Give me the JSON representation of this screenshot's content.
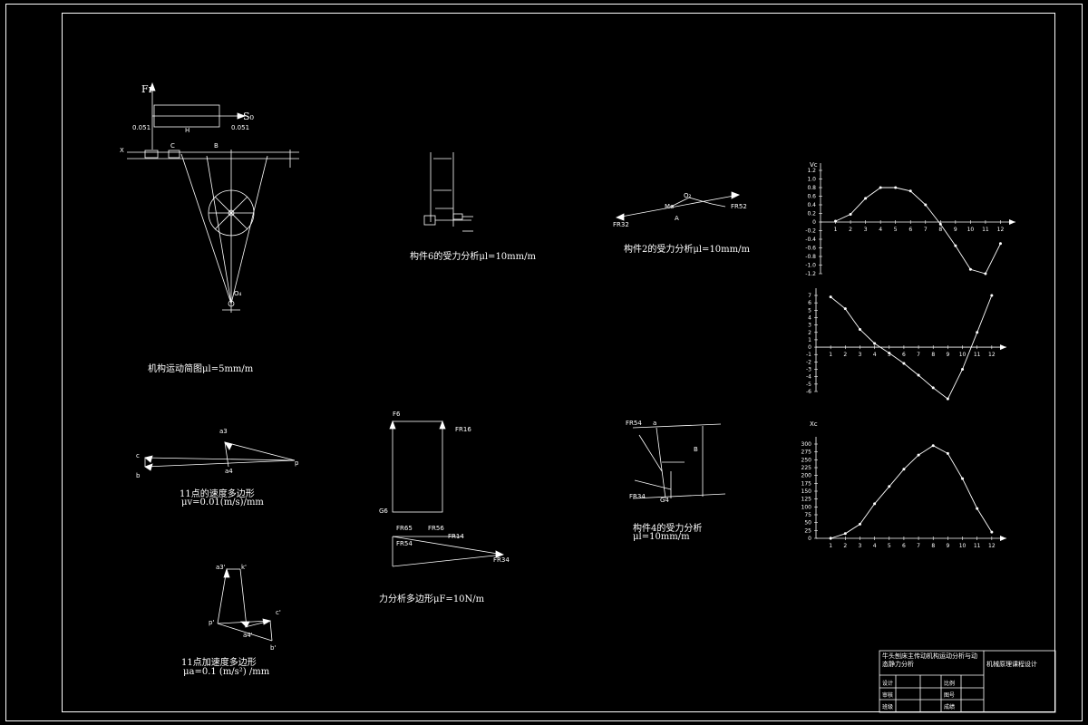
{
  "diagrams": {
    "mechanism": {
      "caption": "机构运动简图μl=5mm/m",
      "labels": {
        "fr": "Fr",
        "so": "S₀",
        "x": "X",
        "c": "C",
        "b": "B",
        "o4": "O₄",
        "left_dim": "0.051",
        "right_dim": "0.051",
        "h": "H"
      }
    },
    "member6": {
      "caption": "构件6的受力分析μl=10mm/m"
    },
    "member2": {
      "caption": "构件2的受力分析μl=10mm/m",
      "labels": {
        "fr32": "FR32",
        "frz": "FR52",
        "a": "A",
        "o2": "O₂",
        "me": "Me"
      }
    },
    "velocity": {
      "caption": "11点的速度多边形",
      "scale": "μv=0.01(m/s)/mm",
      "labels": {
        "c": "c",
        "b": "b",
        "p": "p",
        "a4": "a4",
        "a3": "a3"
      }
    },
    "force_poly": {
      "caption": "力分析多边形μF=10N/m",
      "labels": {
        "f6": "F6",
        "fr16": "FR16",
        "g6": "G6",
        "fr65": "FR65",
        "fr56": "FR56",
        "fr54": "FR54",
        "fr14": "FR14",
        "fr34": "FR34"
      }
    },
    "member4": {
      "caption": "构件4的受力分析",
      "scale": "μl=10mm/m",
      "labels": {
        "fr54": "FR54",
        "fr34": "FR34",
        "g4": "G4",
        "a": "a",
        "b": "B"
      }
    },
    "accel": {
      "caption": "11点加速度多边形",
      "scale": "μa=0.1 (m/s²) /mm",
      "labels": {
        "a3": "a3'",
        "k": "k'",
        "p": "p'",
        "c": "c'",
        "b": "b'",
        "a4": "a4'"
      }
    }
  },
  "charts": {
    "velocity_curve": {
      "y_label": "Vc",
      "ticks_y": [
        "1.2",
        "1.0",
        "0.8",
        "0.6",
        "0.4",
        "0.2",
        "0",
        "-0.2",
        "-0.4",
        "-0.6",
        "-0.8",
        "-1.0",
        "-1.2"
      ],
      "ticks_x": [
        "1",
        "2",
        "3",
        "4",
        "5",
        "6",
        "7",
        "8",
        "9",
        "10",
        "11",
        "12"
      ]
    },
    "accel_curve": {
      "y_label": "",
      "ticks_y": [
        "7",
        "6",
        "5",
        "4",
        "3",
        "2",
        "1",
        "0",
        "-1",
        "-2",
        "-3",
        "-4",
        "-5",
        "-6"
      ],
      "ticks_x": [
        "1",
        "2",
        "3",
        "4",
        "5",
        "6",
        "7",
        "8",
        "9",
        "10",
        "11",
        "12"
      ]
    },
    "disp_curve": {
      "y_label": "Xc",
      "ticks_y": [
        "300",
        "275",
        "250",
        "225",
        "200",
        "175",
        "150",
        "125",
        "100",
        "75",
        "50",
        "25",
        "0"
      ],
      "ticks_x": [
        "1",
        "2",
        "3",
        "4",
        "5",
        "6",
        "7",
        "8",
        "9",
        "10",
        "11",
        "12"
      ]
    }
  },
  "chart_data": [
    {
      "type": "line",
      "x": [
        1,
        2,
        3,
        4,
        5,
        6,
        7,
        8,
        9,
        10,
        11,
        12
      ],
      "values": [
        0.02,
        0.18,
        0.55,
        0.8,
        0.8,
        0.72,
        0.4,
        -0.05,
        -0.55,
        -1.1,
        -1.2,
        -0.5
      ],
      "ylim": [
        -1.2,
        1.2
      ]
    },
    {
      "type": "line",
      "x": [
        1,
        2,
        3,
        4,
        5,
        6,
        7,
        8,
        9,
        10,
        11,
        12
      ],
      "values": [
        6.8,
        5.2,
        2.4,
        0.5,
        -0.8,
        -2.2,
        -3.8,
        -5.5,
        -7.0,
        -3.0,
        2.0,
        7.0
      ],
      "ylim": [
        -6,
        7
      ]
    },
    {
      "type": "line",
      "x": [
        1,
        2,
        3,
        4,
        5,
        6,
        7,
        8,
        9,
        10,
        11,
        12
      ],
      "values": [
        0,
        15,
        45,
        110,
        165,
        220,
        265,
        295,
        270,
        190,
        95,
        20
      ],
      "ylim": [
        0,
        300
      ]
    }
  ],
  "title_block": {
    "title": "牛头刨床主传动机构运动分析与动态静力分析",
    "course": "机械原理课程设计",
    "rows": [
      "设计",
      "审核",
      "班级"
    ],
    "cells": [
      "比例",
      "图号",
      "成绩"
    ]
  }
}
